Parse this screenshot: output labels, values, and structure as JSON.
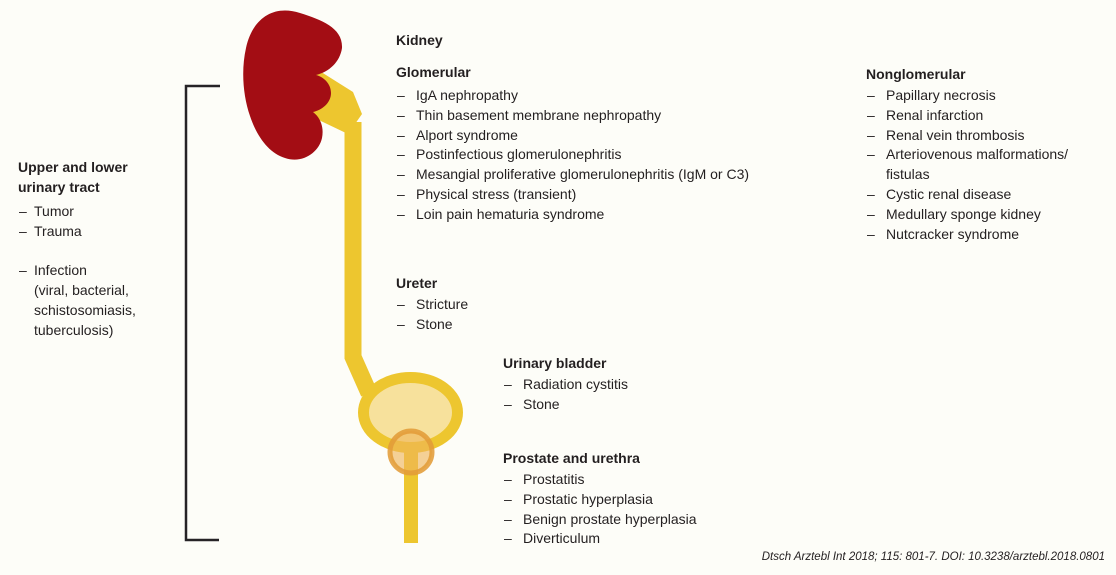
{
  "sections": {
    "kidney": {
      "title": "Kidney"
    },
    "glomerular": {
      "title": "Glomerular",
      "items": [
        [
          "IgA nephropathy"
        ],
        [
          "Thin basement membrane nephropathy"
        ],
        [
          "Alport syndrome"
        ],
        [
          "Postinfectious glomerulonephritis"
        ],
        [
          "Mesangial proliferative glomerulonephritis (IgM or C3)"
        ],
        [
          "Physical stress (transient)"
        ],
        [
          "Loin pain hematuria syndrome"
        ]
      ]
    },
    "nonglomerular": {
      "title": "Nonglomerular",
      "items": [
        [
          "Papillary necrosis"
        ],
        [
          "Renal infarction"
        ],
        [
          "Renal vein thrombosis"
        ],
        [
          "Arteriovenous malformations/",
          "fistulas"
        ],
        [
          "Cystic renal disease"
        ],
        [
          "Medullary sponge kidney"
        ],
        [
          "Nutcracker syndrome"
        ]
      ]
    },
    "ureter": {
      "title": "Ureter",
      "items": [
        [
          "Stricture"
        ],
        [
          "Stone"
        ]
      ]
    },
    "urinary_bladder": {
      "title": "Urinary bladder",
      "items": [
        [
          "Radiation cystitis"
        ],
        [
          "Stone"
        ]
      ]
    },
    "prostate_urethra": {
      "title": "Prostate and urethra",
      "items": [
        [
          "Prostatitis"
        ],
        [
          "Prostatic hyperplasia"
        ],
        [
          "Benign prostate hyperplasia"
        ],
        [
          "Diverticulum"
        ]
      ]
    },
    "upper_lower_tract": {
      "title_lines": [
        "Upper and lower",
        "urinary tract"
      ],
      "items": [
        [
          "Tumor"
        ],
        [
          "Trauma"
        ],
        [
          "Infection",
          "(viral, bacterial,",
          "schistosomiasis,",
          "tuberculosis)"
        ]
      ]
    }
  },
  "citation": "Dtsch Arztebl Int 2018; 115: 801-7. DOI: 10.3238/arztebl.2018.0801",
  "illustration": {
    "kidney_color": "#A30D14",
    "ureter_color": "#EDC62F",
    "bladder_fill": "#F7E19C",
    "prostate_fill": "#EFB45A",
    "prostate_ring": "#E39C38",
    "bracket_color": "#262326",
    "text_color": "#231F20"
  }
}
